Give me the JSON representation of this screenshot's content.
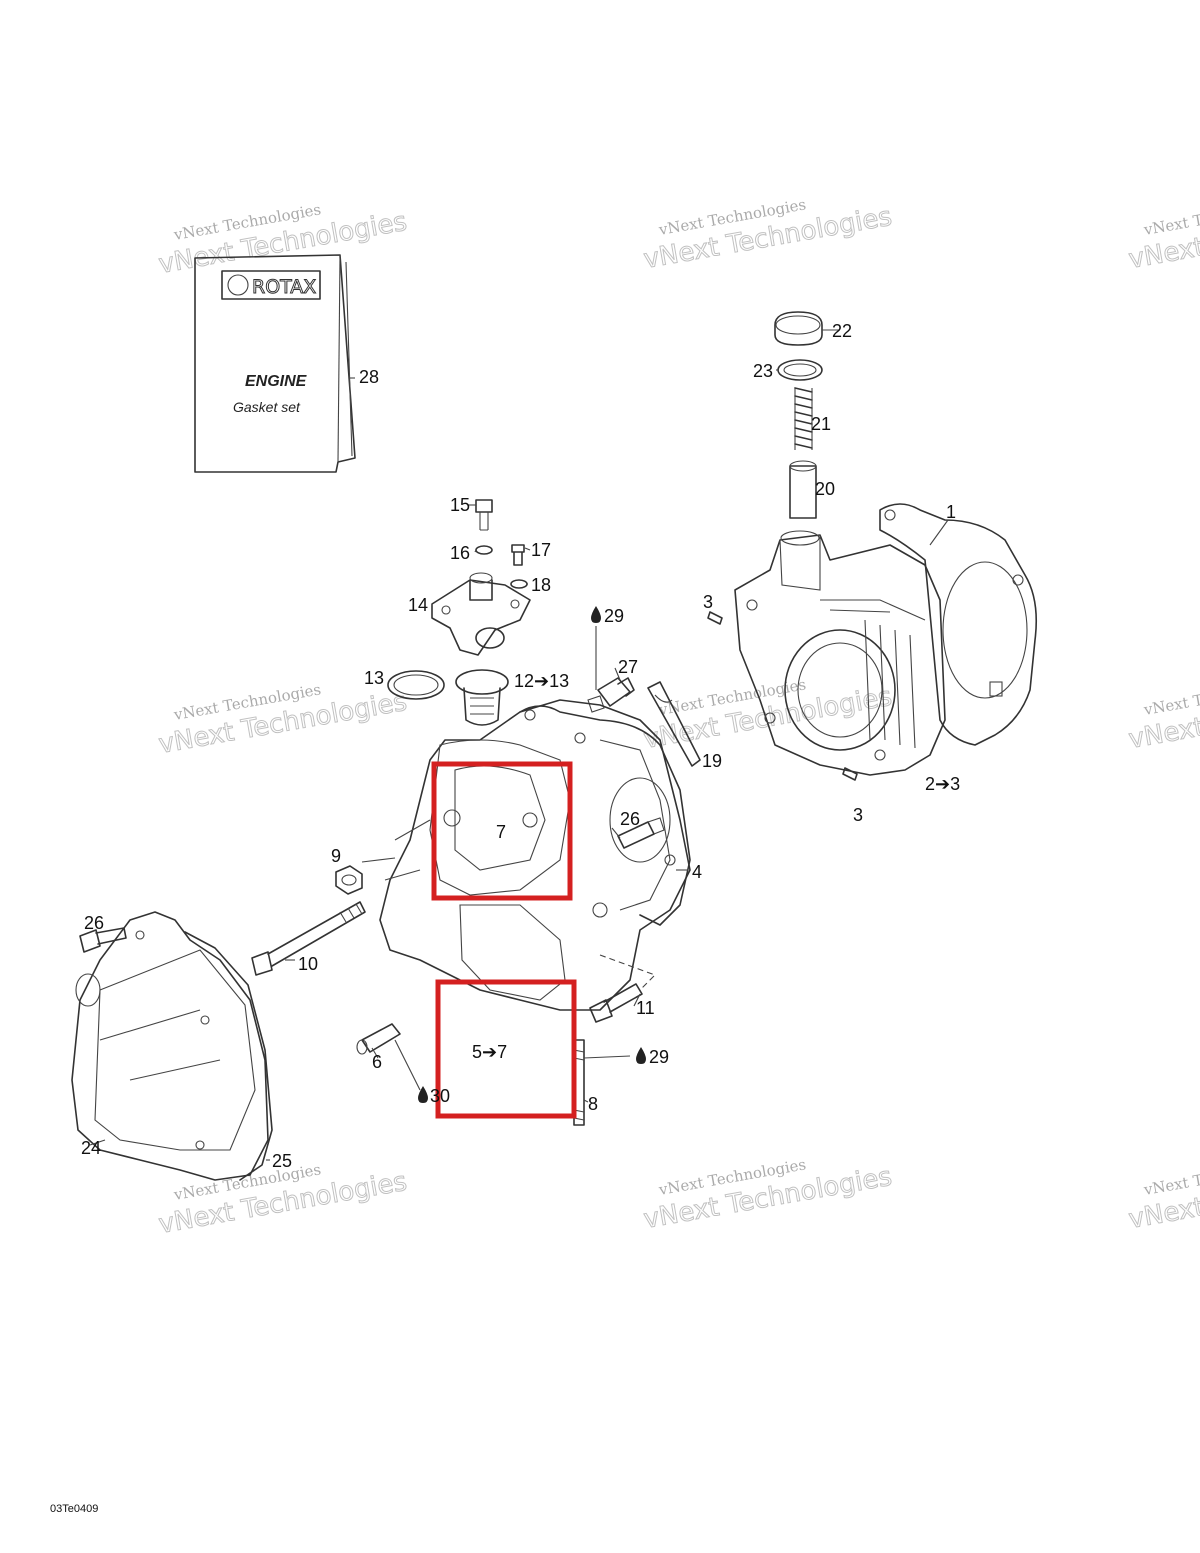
{
  "watermark": {
    "line1": "vNext Technologies",
    "line2": "vNext Technologies"
  },
  "manual": {
    "brand": "ROTAX",
    "title": "ENGINE",
    "subtitle": "Gasket set"
  },
  "drawing_code": "03Te0409",
  "colors": {
    "highlight": "#d42020",
    "line": "#333333"
  },
  "labels": {
    "l1": "1",
    "l2": "2➔3",
    "l3a": "3",
    "l3b": "3",
    "l4": "4",
    "l57": "5➔7",
    "l6": "6",
    "l7": "7",
    "l8": "8",
    "l9": "9",
    "l10": "10",
    "l11": "11",
    "l1213": "12➔13",
    "l13": "13",
    "l14": "14",
    "l15": "15",
    "l16": "16",
    "l17": "17",
    "l18": "18",
    "l19": "19",
    "l20": "20",
    "l21": "21",
    "l22": "22",
    "l23": "23",
    "l24": "24",
    "l25": "25",
    "l26a": "26",
    "l26b": "26",
    "l27": "27",
    "l28": "28",
    "l29a": "29",
    "l29b": "29",
    "l30": "30"
  },
  "icons": {
    "drop": "oil-drop-icon"
  }
}
